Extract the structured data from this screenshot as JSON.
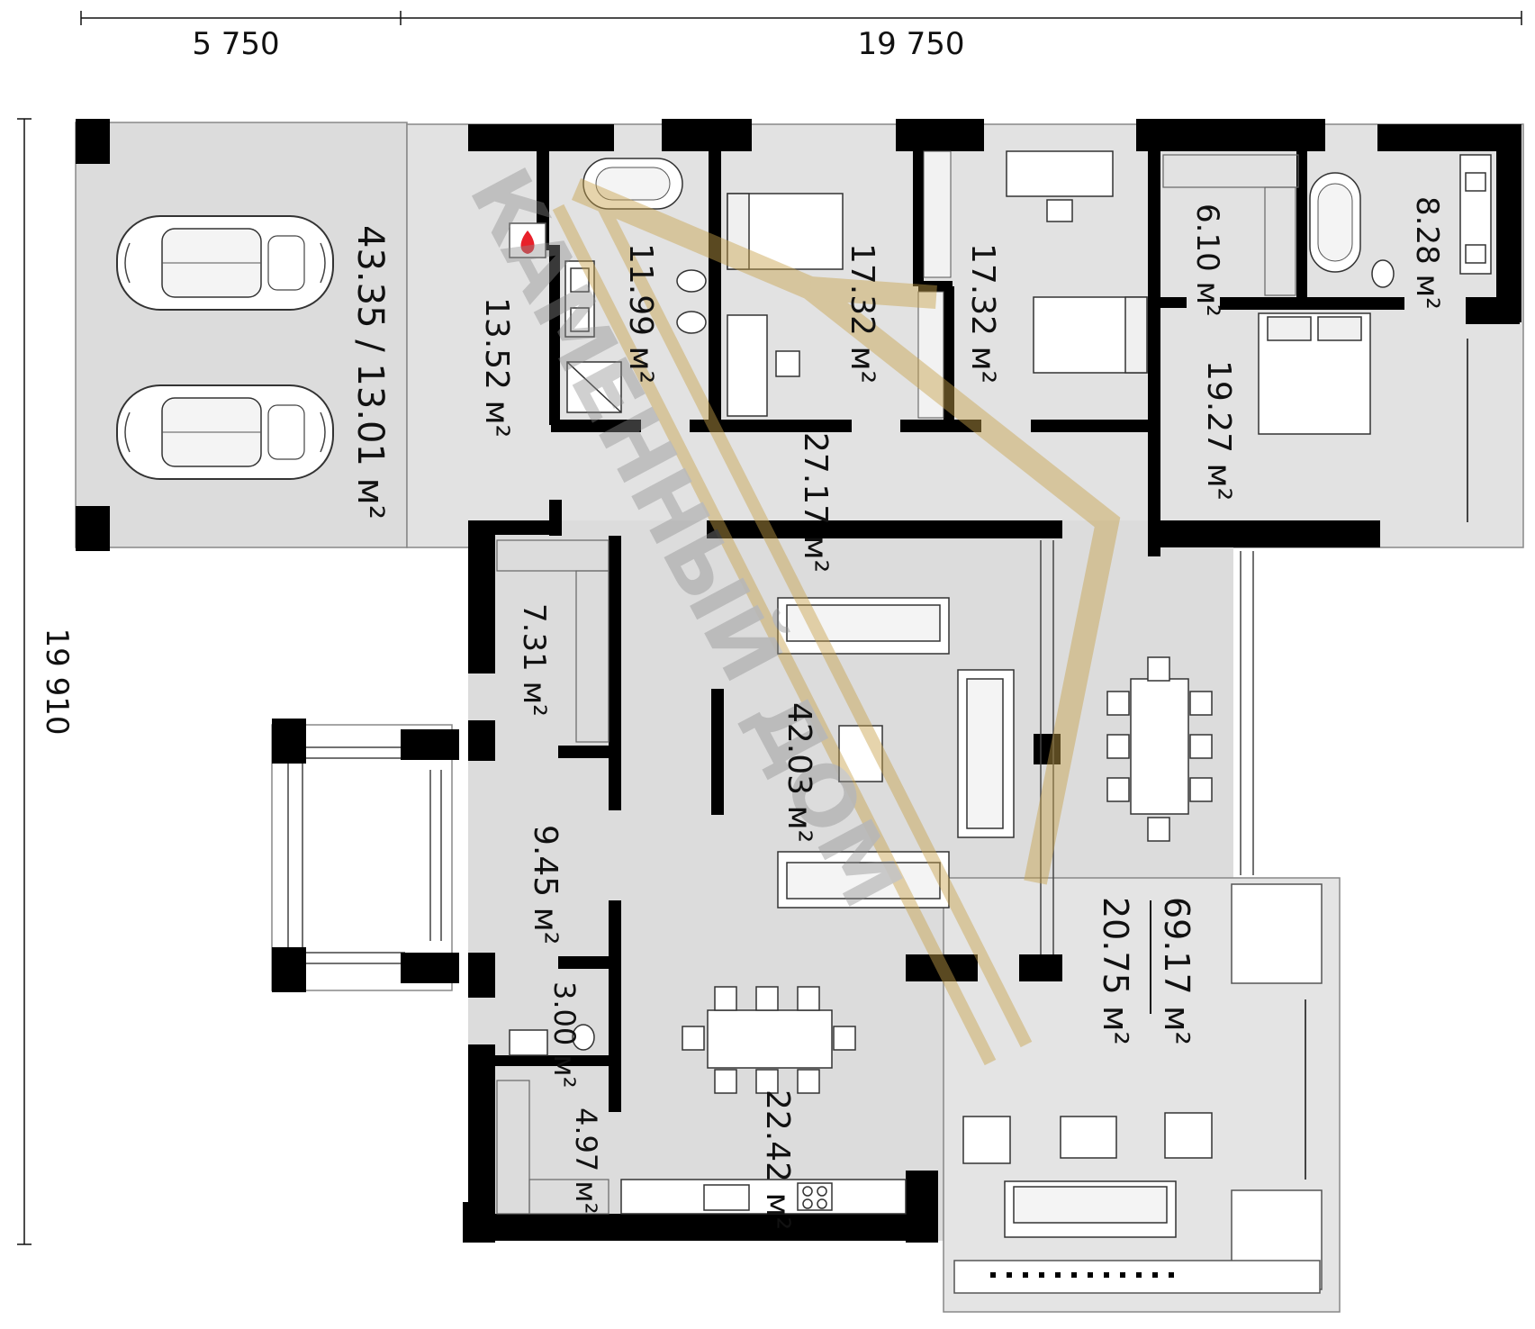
{
  "dimensions": {
    "top_left": "5 750",
    "top_right": "19 750",
    "left": "19 910"
  },
  "rooms": [
    {
      "id": "garage",
      "area": "43.35 / 13.01",
      "unit": "м²"
    },
    {
      "id": "boiler",
      "area": "13.52",
      "unit": "м²"
    },
    {
      "id": "bath-1",
      "area": "11.99",
      "unit": "м²"
    },
    {
      "id": "bedroom-1",
      "area": "17.32",
      "unit": "м²"
    },
    {
      "id": "bedroom-2",
      "area": "17.32",
      "unit": "м²"
    },
    {
      "id": "dressing",
      "area": "6.10",
      "unit": "м²"
    },
    {
      "id": "bath-2",
      "area": "8.28",
      "unit": "м²"
    },
    {
      "id": "master-bedroom",
      "area": "19.27",
      "unit": "м²"
    },
    {
      "id": "corridor",
      "area": "27.17",
      "unit": "м²"
    },
    {
      "id": "storage",
      "area": "7.31",
      "unit": "м²"
    },
    {
      "id": "hall",
      "area": "42.03",
      "unit": "м²"
    },
    {
      "id": "entrance",
      "area": "9.45",
      "unit": "м²"
    },
    {
      "id": "terrace",
      "area": "69.17",
      "area2": "20.75",
      "unit": "м²"
    },
    {
      "id": "wc",
      "area": "3.00",
      "unit": "м²"
    },
    {
      "id": "pantry",
      "area": "4.97",
      "unit": "м²"
    },
    {
      "id": "kitchen",
      "area": "22.42",
      "unit": "м²"
    }
  ],
  "watermark": {
    "text": "КАМЕННЫЙ ДОМ"
  },
  "colors": {
    "wall": "#000000",
    "floor": "#dcdcdc",
    "outdoor": "#e8e8e8",
    "watermark": "#c8a24a",
    "accent": "#e8202a"
  },
  "icons": [
    "car-icon",
    "bathtub-icon",
    "bed-icon",
    "sofa-icon",
    "table-icon",
    "toilet-icon",
    "sink-icon",
    "shower-icon",
    "desk-icon",
    "armchair-icon",
    "stove-icon",
    "fire-icon"
  ]
}
